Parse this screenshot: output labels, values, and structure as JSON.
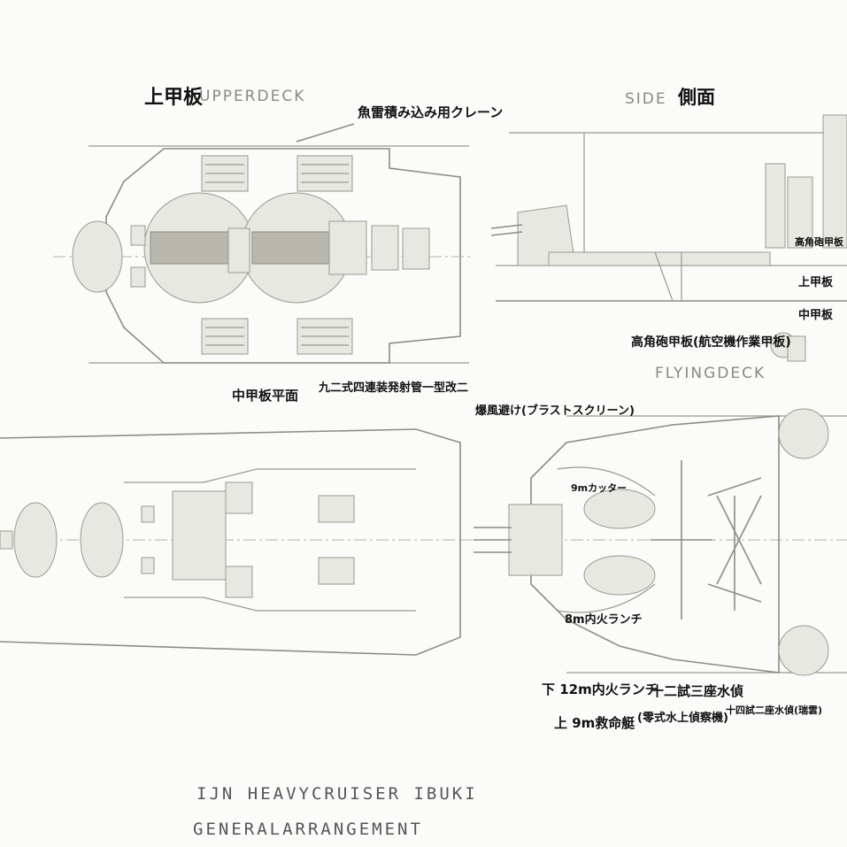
{
  "labels": {
    "upper_deck_jp": "上甲板",
    "upper_deck_en": "UPPERDECK",
    "torpedo_crane": "魚雷積み込み用クレーン",
    "middle_deck_plan": "中甲板平面",
    "torpedo_tubes": "九二式四連装発射管一型改二",
    "side_en": "SIDE",
    "side_jp": "側面",
    "ha_gun_deck": "高角砲甲板",
    "upper_deck_short": "上甲板",
    "middle_deck_short": "中甲板",
    "ha_gun_deck_aviation": "高角砲甲板(航空機作業甲板)",
    "flying_deck_en": "FLYINGDECK",
    "blast_screen": "爆風避け(ブラストスクリーン)",
    "cutter_9m": "9mカッター",
    "launch_8m": "8m内火ランチ",
    "lower_launch": "下 12m内火ランチ",
    "upper_lifeboat": "上 9m救命艇",
    "type12_seaplane": "十二試三座水偵",
    "type0_recon": "(零式水上偵察機)",
    "type14_seaplane": "十四試二座水偵(瑞雲)",
    "title_line1": "IJN HEAVYCRUISER IBUKI",
    "title_line2": "GENERALARRANGEMENT"
  }
}
